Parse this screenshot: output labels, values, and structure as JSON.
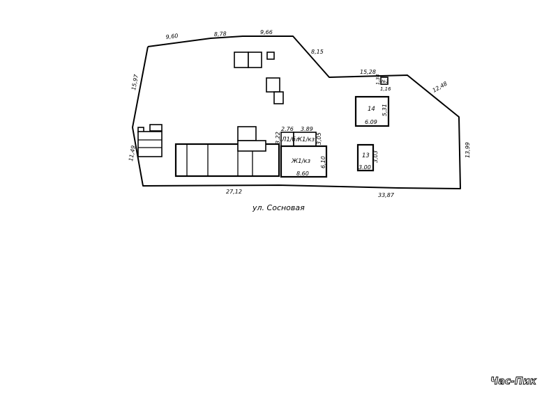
{
  "boundary_dimensions": {
    "top_1": "9,60",
    "top_2": "8,78",
    "top_3": "9,66",
    "diag_top": "8,15",
    "middle_right": "15,28",
    "diag_right": "12,48",
    "right": "13,99",
    "left_upper": "15,97",
    "left_lower": "11,49",
    "bottom_left": "27,12",
    "bottom_right": "33,87"
  },
  "buildings": {
    "zh1": {
      "label": "Ж1/кз",
      "width": "8.60",
      "depth": "6,10"
    },
    "k1": {
      "label": "К1/кз",
      "width": "3.89",
      "depth": "3,05"
    },
    "l1": {
      "label": "Л1/бл",
      "width": "2.76",
      "depth": "3,22"
    },
    "b14": {
      "label": "14",
      "width": "6.09",
      "depth": "5,31"
    },
    "b13": {
      "label": "13",
      "width": "3.00",
      "depth": "3,03"
    },
    "small": {
      "label": "№2",
      "width": "1,16",
      "depth": "1,34"
    }
  },
  "street_label": "ул. Сосновая",
  "watermark": "Час-Пик"
}
